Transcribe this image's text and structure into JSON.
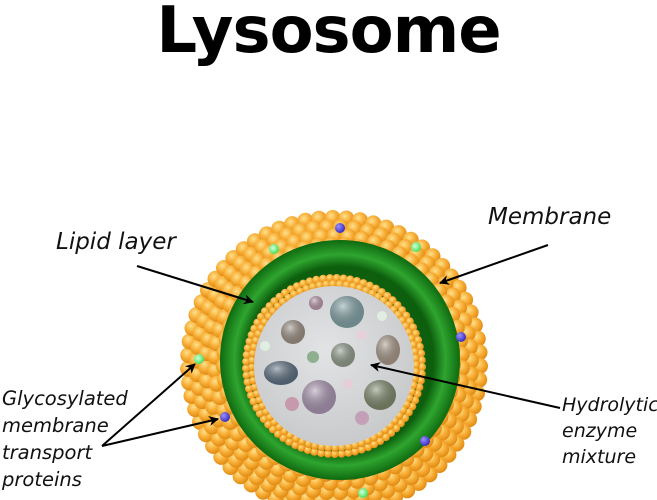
{
  "title": "Lysosome",
  "labels": {
    "membrane": "Membrane",
    "lipid_layer": "Lipid layer",
    "glycosylated": [
      "Glycosylated",
      "membrane",
      "transport",
      "proteins"
    ],
    "hydrolytic": [
      "Hydrolytic",
      "enzyme",
      "mixture"
    ]
  },
  "colors": {
    "outer_beads": "#f5a623",
    "membrane_ring": "#1e8a1e",
    "inner_beads": "#f7b548",
    "lumen": "#d4d6d8",
    "protein_blue": "#5a4fe0",
    "protein_green": "#6ef07e",
    "arrow": "#000000"
  }
}
